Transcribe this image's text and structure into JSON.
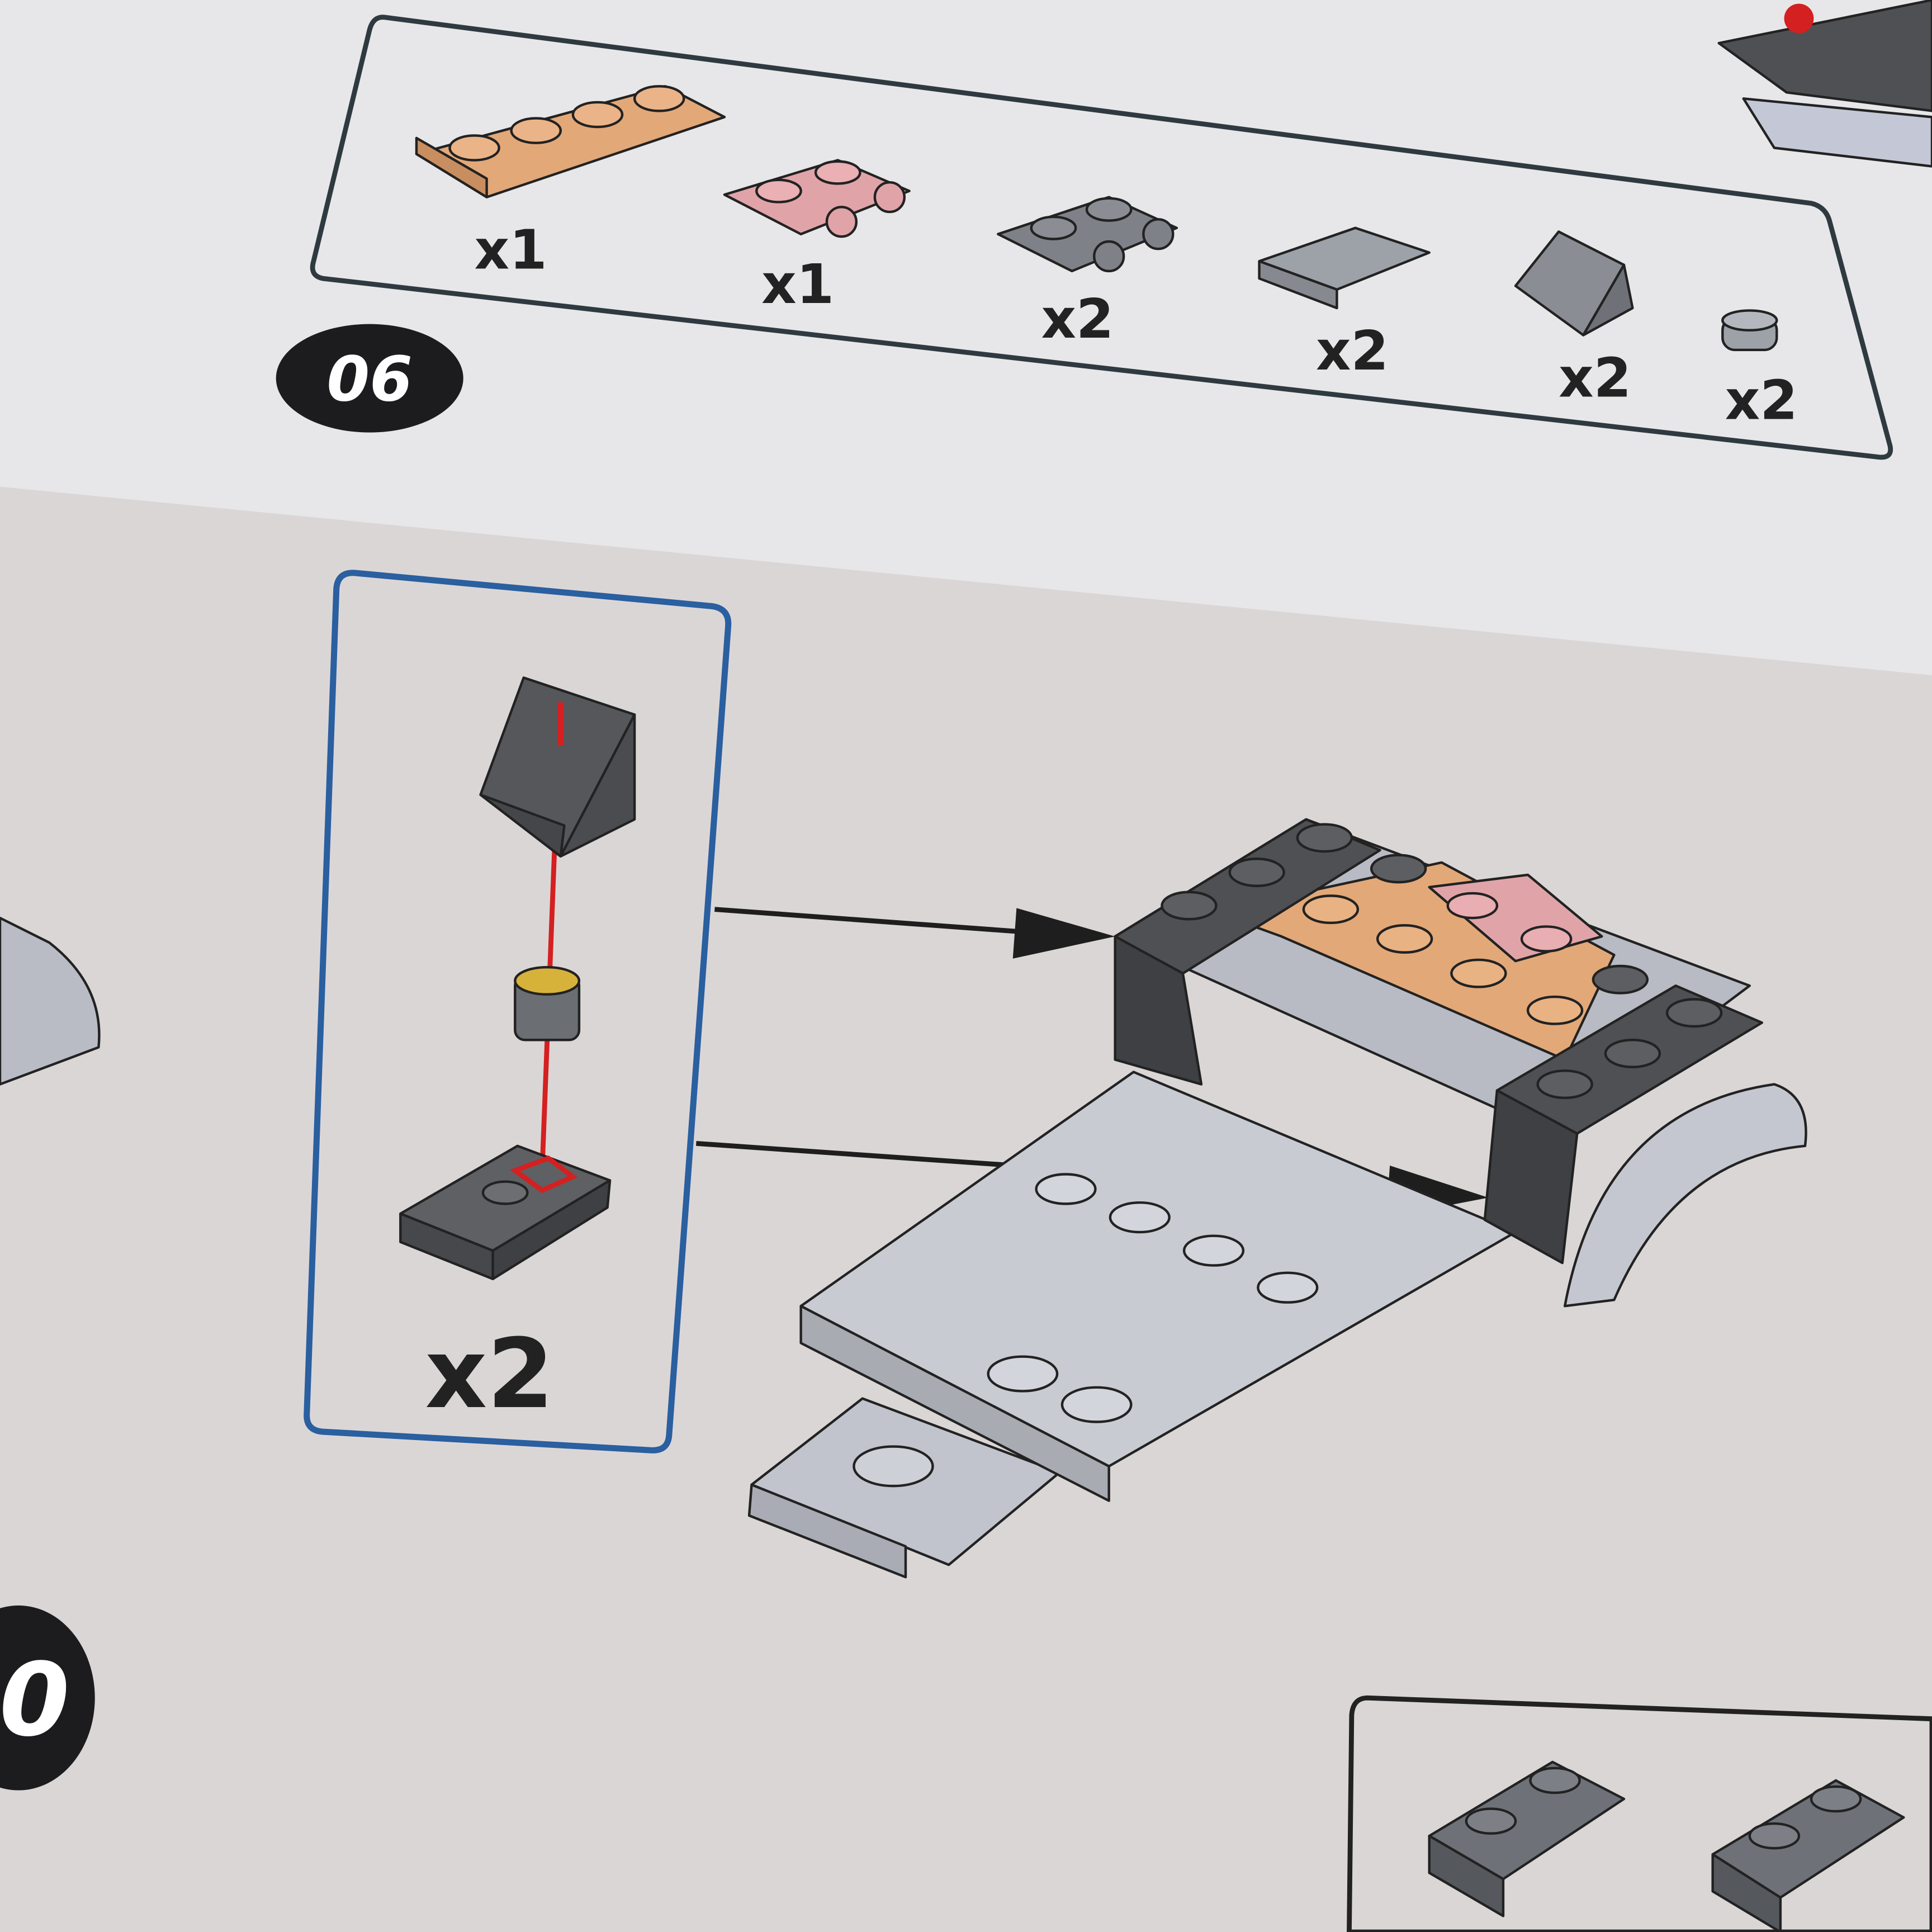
{
  "colors": {
    "paper_top": "#e7e7e9",
    "paper_bottom": "#dbd6d6",
    "tan": "#e3a878",
    "pink": "#e0a4a8",
    "dark_gray": "#5b5d61",
    "light_gray": "#b9bcc4",
    "callout_border": "#2a5fa0",
    "guide_red": "#d42020"
  },
  "parts_list": {
    "items": [
      {
        "name": "tan-plate-1x4",
        "qty": "x1"
      },
      {
        "name": "pink-plate-with-clips",
        "qty": "x1"
      },
      {
        "name": "gray-plate-with-clips",
        "qty": "x2"
      },
      {
        "name": "gray-plate-2x2",
        "qty": "x2"
      },
      {
        "name": "gray-slope",
        "qty": "x2"
      },
      {
        "name": "gray-round-tile",
        "qty": "x2"
      }
    ]
  },
  "step": {
    "number": "06"
  },
  "callout": {
    "qty": "x2"
  },
  "next_step": {
    "number_partial": "0"
  }
}
